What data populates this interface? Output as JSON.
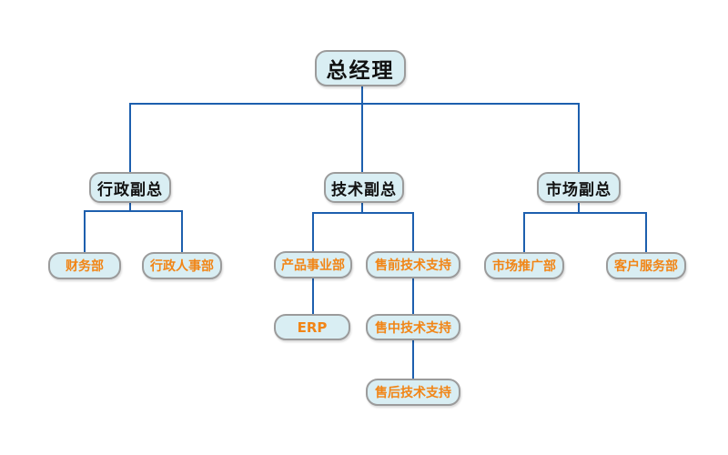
{
  "diagram": {
    "type": "org-chart",
    "root": {
      "label": "总经理",
      "children": [
        {
          "label": "行政副总",
          "children": [
            {
              "label": "财务部"
            },
            {
              "label": "行政人事部"
            }
          ]
        },
        {
          "label": "技术副总",
          "children": [
            {
              "label": "产品事业部",
              "children": [
                {
                  "label": "ERP"
                }
              ]
            },
            {
              "label": "售前技术支持",
              "children": [
                {
                  "label": "售中技术支持",
                  "children": [
                    {
                      "label": "售后技术支持"
                    }
                  ]
                }
              ]
            }
          ]
        },
        {
          "label": "市场副总",
          "children": [
            {
              "label": "市场推广部"
            },
            {
              "label": "客户服务部"
            }
          ]
        }
      ]
    }
  },
  "nodes": {
    "gm": {
      "label": "总经理"
    },
    "admin_vp": {
      "label": "行政副总"
    },
    "tech_vp": {
      "label": "技术副总"
    },
    "market_vp": {
      "label": "市场副总"
    },
    "finance": {
      "label": "财务部"
    },
    "admin_hr": {
      "label": "行政人事部"
    },
    "product": {
      "label": "产品事业部"
    },
    "presales": {
      "label": "售前技术支持"
    },
    "market_promo": {
      "label": "市场推广部"
    },
    "customer_service": {
      "label": "客户服务部"
    },
    "erp": {
      "label": "ERP"
    },
    "midsales": {
      "label": "售中技术支持"
    },
    "aftersales": {
      "label": "售后技术支持"
    }
  },
  "colors": {
    "node_fill": "#d9eef3",
    "node_border": "#9b9b9b",
    "connector": "#1d5fae",
    "exec_text": "#111111",
    "dept_text": "#f18516",
    "background": "#ffffff"
  }
}
